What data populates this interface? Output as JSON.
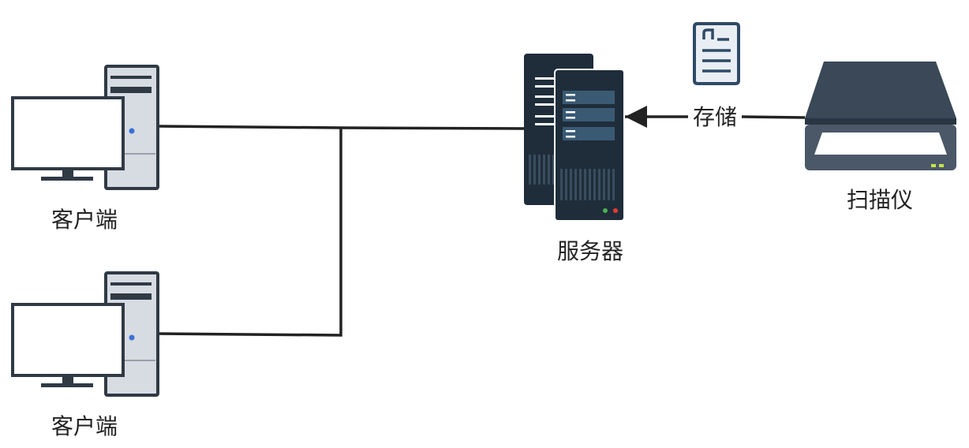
{
  "nodes": {
    "client_top": {
      "label": "客户端"
    },
    "client_bottom": {
      "label": "客户端"
    },
    "server": {
      "label": "服务器"
    },
    "scanner": {
      "label": "扫描仪"
    }
  },
  "edges": {
    "scanner_to_server": {
      "label": "存储"
    }
  },
  "colors": {
    "line": "#222222",
    "tower_body": "#d7dbe2",
    "tower_frame": "#2f3a45",
    "server_dark": "#1f2d3a",
    "server_slot": "#3a5a74",
    "scanner_body": "#3a4858",
    "document": "#2e4a66"
  },
  "icons": {
    "client": "desktop-computer-icon",
    "server": "server-rack-icon",
    "scanner": "flatbed-scanner-icon",
    "document": "document-icon"
  }
}
